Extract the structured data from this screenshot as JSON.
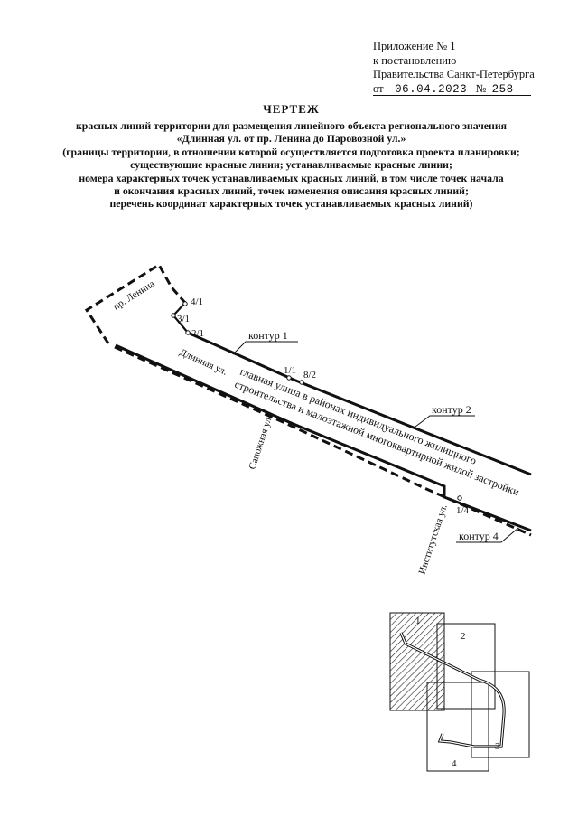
{
  "appendix": {
    "line1": "Приложение № 1",
    "line2": "к постановлению",
    "line3": "Правительства Санкт-Петербурга",
    "date_prefix": "от",
    "date": "06.04.2023",
    "number_prefix": "№",
    "number": "258"
  },
  "title": {
    "main": "ЧЕРТЕЖ",
    "lines": [
      "красных линий территории для размещения линейного объекта регионального значения",
      "«Длинная ул. от пр. Ленина до Паровозной ул.»",
      "(границы территории, в отношении которой осуществляется подготовка проекта планировки;",
      "существующие красные линии; устанавливаемые красные линии;",
      "номера характерных точек устанавливаемых красных линий, в том числе точек начала",
      "и окончания красных линий, точек изменения описания красных линий;",
      "перечень координат характерных точек устанавливаемых красных линий)"
    ]
  },
  "drawing": {
    "streets": {
      "lenina": "пр. Ленина",
      "dlinnaya": "Длинная ул.",
      "sapozhnaya": "Сапожная ул.",
      "institutskaya": "Институтская ул."
    },
    "description_line1": "главная улица в районах индивидуального жилищного",
    "description_line2": "строительства и малоэтажной многоквартирной жилой застройки",
    "contours": {
      "c1": "контур 1",
      "c2": "контур 2",
      "c4": "контур 4"
    },
    "points": {
      "p41": "4/1",
      "p31": "3/1",
      "p21": "2/1",
      "p11": "1/1",
      "p82": "8/2",
      "p14": "1/4"
    }
  },
  "index_map": {
    "sheet1": "1",
    "sheet2": "2",
    "sheet3": "3",
    "sheet4": "4"
  }
}
